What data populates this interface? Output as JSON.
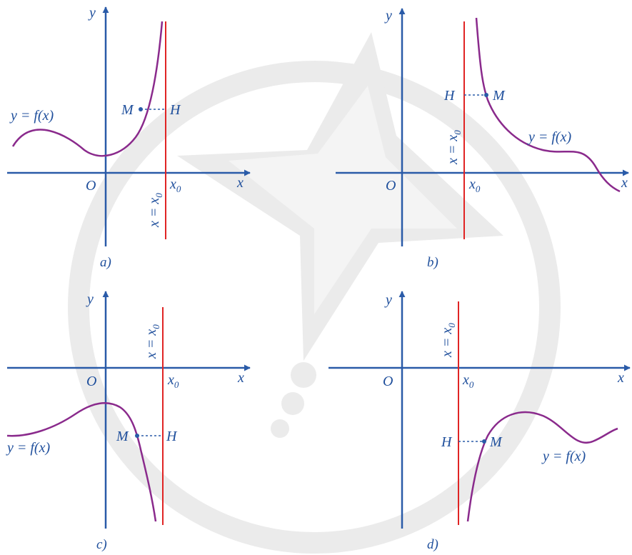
{
  "colors": {
    "axis": "#2a5ba8",
    "asymptote": "#e02424",
    "curve": "#8a2a8c",
    "label": "#1f4f9c",
    "watermark": "#ebebeb"
  },
  "watermark": {
    "icon": "star-compass-logo-icon"
  },
  "panels": [
    {
      "caption": "a)",
      "y_label": "y",
      "x_label": "x",
      "origin_label": "O",
      "x0_base": "x",
      "x0_sub": "0",
      "asymptote_label": "x = x",
      "asymptote_sub": "0",
      "function_label": "y = f(x)",
      "m_label": "M",
      "h_label": "H"
    },
    {
      "caption": "b)",
      "y_label": "y",
      "x_label": "x",
      "origin_label": "O",
      "x0_base": "x",
      "x0_sub": "0",
      "asymptote_label": "x = x",
      "asymptote_sub": "0",
      "function_label": "y = f(x)",
      "m_label": "M",
      "h_label": "H"
    },
    {
      "caption": "c)",
      "y_label": "y",
      "x_label": "x",
      "origin_label": "O",
      "x0_base": "x",
      "x0_sub": "0",
      "asymptote_label": "x = x",
      "asymptote_sub": "0",
      "function_label": "y = f(x)",
      "m_label": "M",
      "h_label": "H"
    },
    {
      "caption": "d)",
      "y_label": "y",
      "x_label": "x",
      "origin_label": "O",
      "x0_base": "x",
      "x0_sub": "0",
      "asymptote_label": "x = x",
      "asymptote_sub": "0",
      "function_label": "y = f(x)",
      "m_label": "M",
      "h_label": "H"
    }
  ]
}
